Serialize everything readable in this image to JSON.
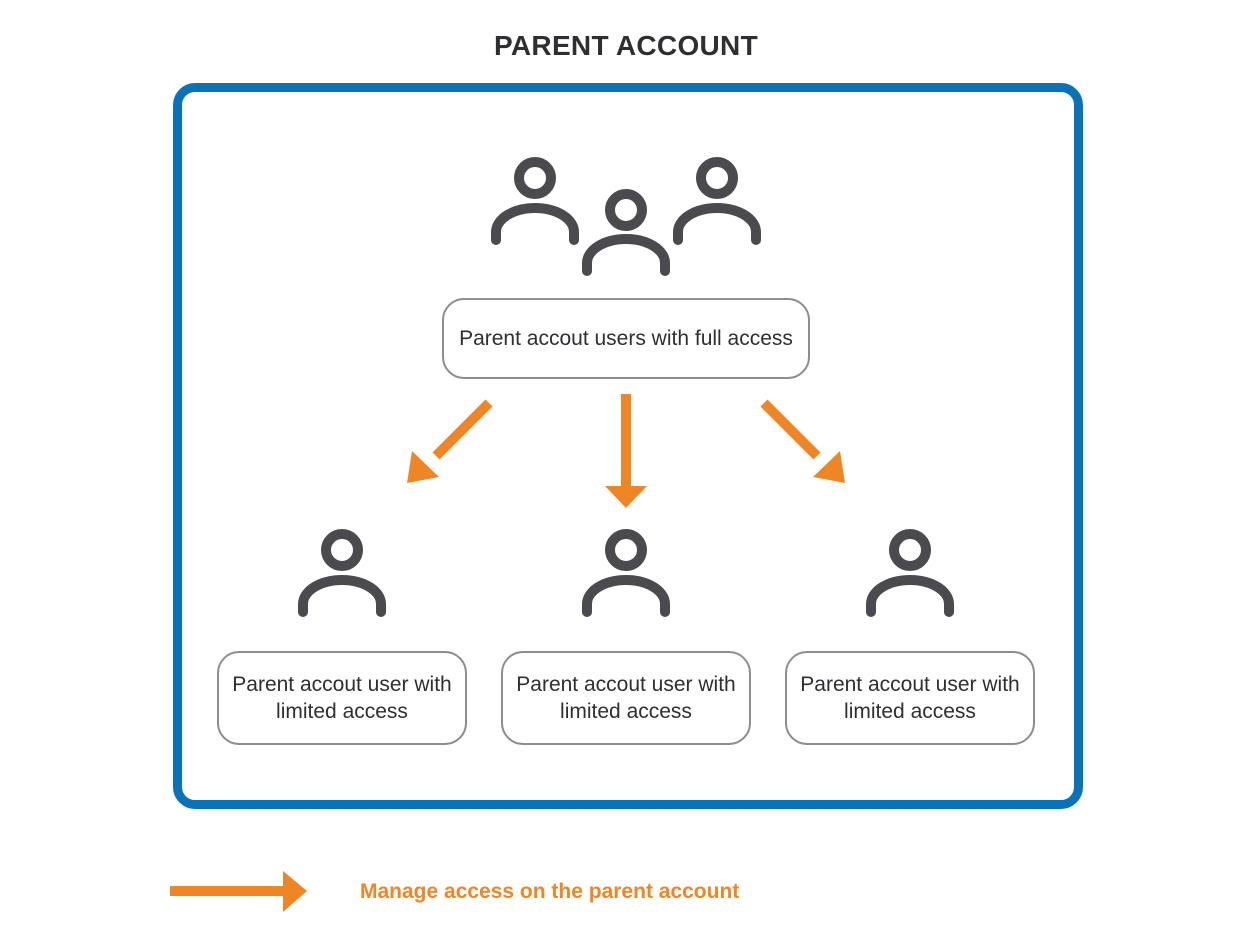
{
  "diagram": {
    "title": "PARENT ACCOUNT",
    "full_access_box": "Parent accout users with full access",
    "limited_boxes": [
      {
        "label": "Parent accout user with limited access"
      },
      {
        "label": "Parent accout user with limited access"
      },
      {
        "label": "Parent accout user with limited access"
      }
    ],
    "legend": {
      "label": "Manage access on the parent account"
    },
    "colors": {
      "frame": "#0a72b9",
      "arrow": "#ef8625",
      "icon": "#4a4a4f",
      "box_border": "#8c8c92",
      "text": "#2f2f33"
    },
    "icons": {
      "group": "user-group-icon",
      "single": "user-icon",
      "arrow": "arrow-icon"
    }
  }
}
